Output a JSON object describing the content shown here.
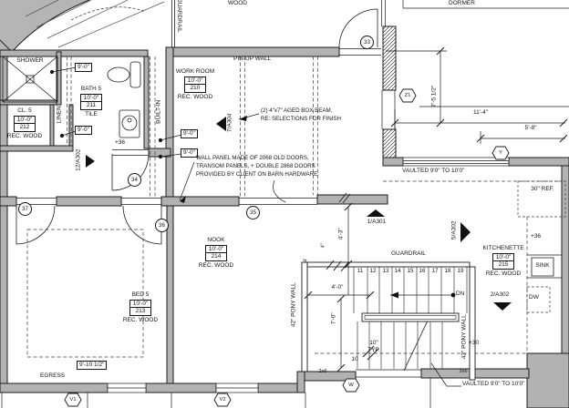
{
  "colors": {
    "wall_fill": "#b2b2b2",
    "line": "#1c1c1c",
    "shade": "#b5b5b5"
  },
  "rooms": {
    "bath": {
      "name": "BATH 5",
      "dim": "10'-0\"",
      "num": "211",
      "mat": "TILE"
    },
    "closet": {
      "name": "CL. 5",
      "dim": "10'-0\"",
      "num": "212",
      "mat": "REC. WOOD"
    },
    "work": {
      "name": "WORK ROOM",
      "dim": "10'-0\"",
      "num": "210",
      "mat": "REC. WOOD"
    },
    "nook": {
      "name": "NOOK",
      "dim": "10'-0\"",
      "num": "214",
      "mat": "REC. WOOD"
    },
    "bed": {
      "name": "BED 5",
      "dim": "10'-0\"",
      "num": "213",
      "mat": "REC. WOOD"
    },
    "kitchenette": {
      "name": "KITCHENETTE",
      "dim": "10'-0\"",
      "num": "215",
      "mat": "REC. WOOD"
    }
  },
  "labels": {
    "shower": "SHOWER",
    "linen": "LINEN",
    "built_in": "BUILT-IN",
    "pin_up_wall": "PIN-UP WALL",
    "guardrail_top": "GUARDRAIL",
    "guardrail_stair": "GUARDRAIL",
    "dormer": "DORMER",
    "wood": "WOOD",
    "egress": "EGRESS",
    "vaulted_top": "VAULTED 9'0\" TO 10'0\"",
    "vaulted_bottom": "VAULTED 9'0\" TO 10'0\"",
    "ref30": "30\" REF.",
    "sink": "SINK",
    "dw": "DW",
    "dn": "DN",
    "plus36_bath": "+36",
    "plus36_kitchen": "+36",
    "plus30": "+30",
    "pony_left": "42\" PONY WALL",
    "pony_right": "42\" PONY WALL",
    "x26_a": "2x6",
    "x26_b": "2x6"
  },
  "dims": {
    "a9_bath_top": "9'-0\"",
    "a9_bath_low": "9'-0\"",
    "a9_hall_up": "9'-0\"",
    "a9_hall_low": "9'-0\"",
    "egress": "9'-10 1/2\"",
    "w11_4": "11'-4\"",
    "w5_8": "5'-8\"",
    "h7_5": "7'-5 1/2\"",
    "n4_3": "4'-3\"",
    "s4_0": "4'-0\"",
    "s7_0": "7'-0\"",
    "s4ft": "4'",
    "s4in": "4\"",
    "tread_a": "10\"",
    "tread_b": "TYP.",
    "low10": "10"
  },
  "stairs": {
    "treads": [
      "11",
      "12",
      "13",
      "14",
      "15",
      "16",
      "17",
      "18",
      "19"
    ]
  },
  "markers": {
    "c33": "33",
    "c34": "34",
    "c35": "35",
    "c36": "36",
    "c37": "37",
    "z1": "Z1",
    "y": "Y",
    "v1": "V1",
    "v2": "V2",
    "w": "W"
  },
  "sections": {
    "s12": "12/A302",
    "s7": "7/A304",
    "s1": "1/A301",
    "s5": "5/A302",
    "s2": "2/A302"
  },
  "notes": {
    "beam1": "(2) 4\"x7\" AGED BOX BEAM,",
    "beam2": "RE: SELECTIONS FOR FINISH",
    "panel1": "WALL PANEL MADE OF 2068 OLD DOORS,",
    "panel2": "TRANSOM PANELS, + DOUBLE 2868 DOORS",
    "panel3": "PROVIDED BY CLIENT ON BARN HARDWARE"
  }
}
